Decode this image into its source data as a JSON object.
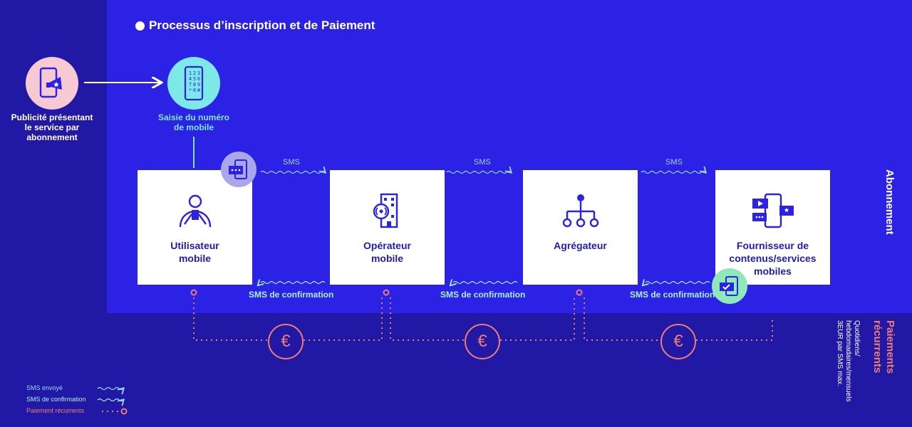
{
  "title": "Processus d’inscription et de Paiement",
  "start": {
    "ad_caption_lines": [
      "Publicité présentant",
      "le service par",
      "abonnement"
    ],
    "input_caption_lines": [
      "Saisie du numéro",
      "de mobile"
    ]
  },
  "boxes": [
    {
      "label_lines": [
        "Utilisateur",
        "mobile"
      ]
    },
    {
      "label_lines": [
        "Opérateur",
        "mobile"
      ]
    },
    {
      "label_lines": [
        "Agrégateur"
      ]
    },
    {
      "label_lines": [
        "Fournisseur de",
        "contenus/services",
        "mobiles"
      ]
    }
  ],
  "sms_labels": [
    "SMS",
    "SMS",
    "SMS"
  ],
  "confirmation_labels": [
    "SMS de confirmation",
    "SMS de confirmation",
    "SMS de confirmation"
  ],
  "euro_symbol": "€",
  "side": {
    "subscription": "Abonnement",
    "recurring_title_lines": [
      "Paiements",
      "récurrents"
    ],
    "recurring_note_lines": [
      "Quotidiens/",
      "hebdomadaires/mensuels",
      "3EUR par SMS max."
    ]
  },
  "legend": {
    "sent": "SMS envoyé",
    "confirmation": "SMS de confirmation",
    "recurring": "Paiement récurrents"
  },
  "colors": {
    "background_dark": "#2118a6",
    "panel_blue": "#2b22e6",
    "pink": "#f7c9d3",
    "cyan": "#7ee8e8",
    "lavender": "#a9a6ec",
    "green": "#8fe8b8",
    "coral": "#f07d72",
    "light_blue": "#9bd7f0"
  }
}
